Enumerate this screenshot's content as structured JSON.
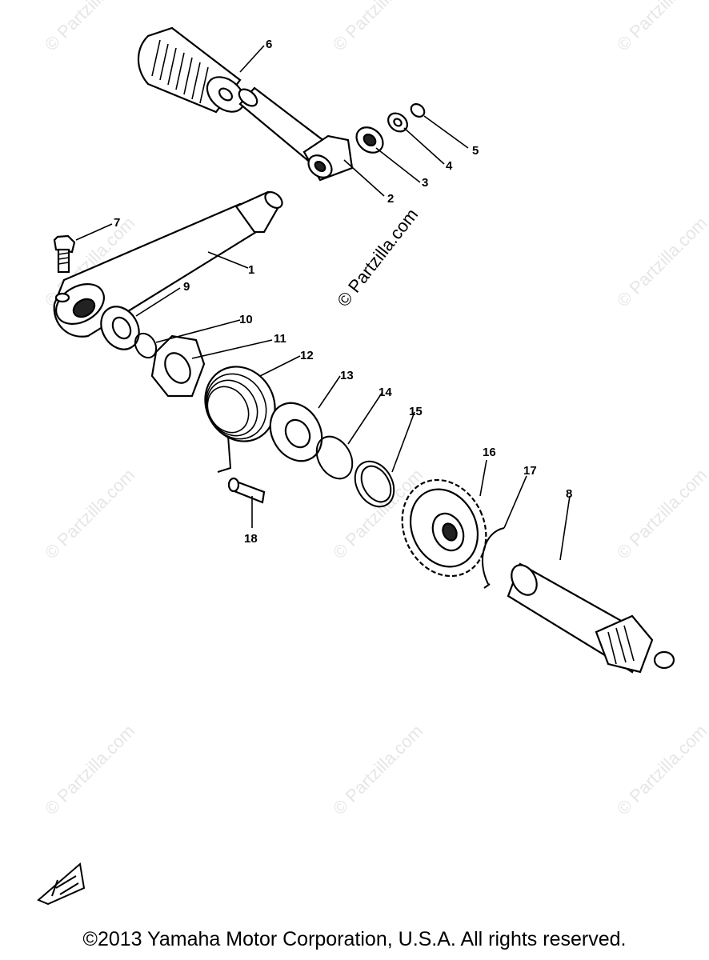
{
  "watermark": {
    "text": "© Partzilla.com"
  },
  "parts": [
    {
      "number": "1"
    },
    {
      "number": "2"
    },
    {
      "number": "3"
    },
    {
      "number": "4"
    },
    {
      "number": "5"
    },
    {
      "number": "6"
    },
    {
      "number": "7"
    },
    {
      "number": "8"
    },
    {
      "number": "9"
    },
    {
      "number": "10"
    },
    {
      "number": "11"
    },
    {
      "number": "12"
    },
    {
      "number": "13"
    },
    {
      "number": "14"
    },
    {
      "number": "15"
    },
    {
      "number": "16"
    },
    {
      "number": "17"
    },
    {
      "number": "18"
    }
  ],
  "footer": {
    "copyright": "©2013 Yamaha Motor Corporation, U.S.A. All rights reserved."
  },
  "icons": {
    "front_arrow": "front-arrow-icon"
  }
}
